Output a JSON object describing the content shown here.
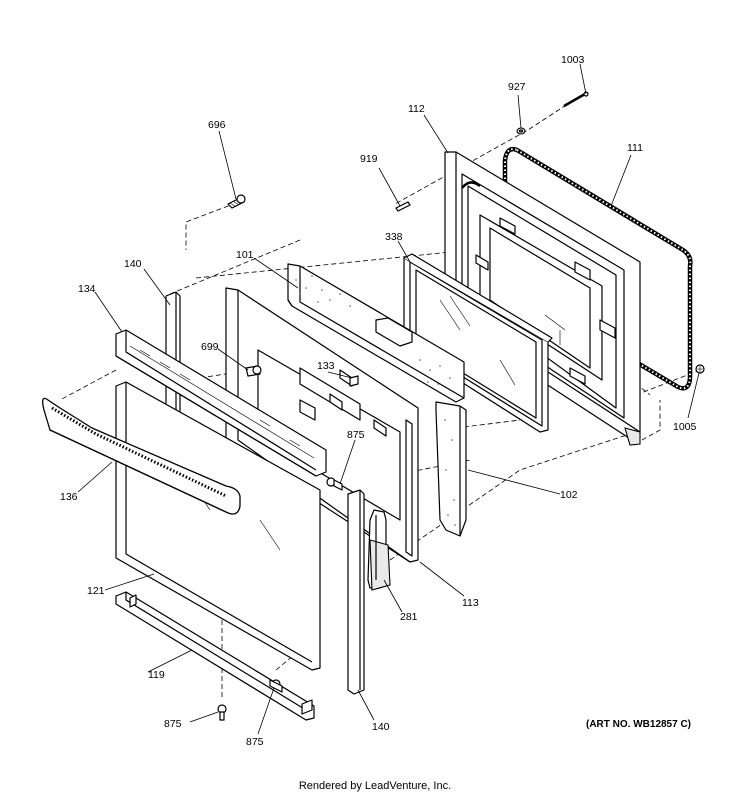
{
  "labels": [
    {
      "id": "1003",
      "text": "1003"
    },
    {
      "id": "927",
      "text": "927"
    },
    {
      "id": "112",
      "text": "112"
    },
    {
      "id": "111",
      "text": "111"
    },
    {
      "id": "696",
      "text": "696"
    },
    {
      "id": "919",
      "text": "919"
    },
    {
      "id": "338",
      "text": "338"
    },
    {
      "id": "101",
      "text": "101"
    },
    {
      "id": "140a",
      "text": "140"
    },
    {
      "id": "134",
      "text": "134"
    },
    {
      "id": "699",
      "text": "699"
    },
    {
      "id": "133",
      "text": "133"
    },
    {
      "id": "1005",
      "text": "1005"
    },
    {
      "id": "875a",
      "text": "875"
    },
    {
      "id": "136",
      "text": "136"
    },
    {
      "id": "102",
      "text": "102"
    },
    {
      "id": "121",
      "text": "121"
    },
    {
      "id": "113",
      "text": "113"
    },
    {
      "id": "281",
      "text": "281"
    },
    {
      "id": "119",
      "text": "119"
    },
    {
      "id": "875b",
      "text": "875"
    },
    {
      "id": "140b",
      "text": "140"
    },
    {
      "id": "875c",
      "text": "875"
    }
  ],
  "art_number": "(ART NO. WB12857 C)",
  "footer": "Rendered by LeadVenture, Inc."
}
